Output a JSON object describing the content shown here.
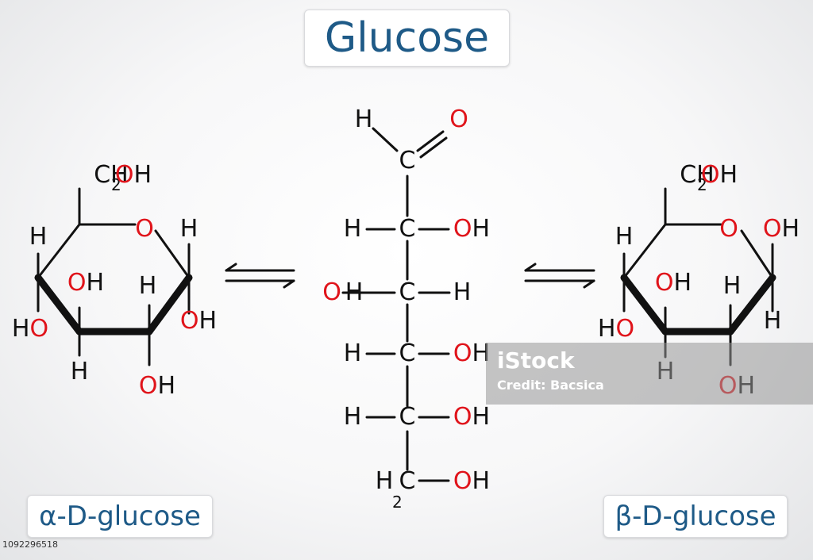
{
  "title": "Glucose",
  "alpha_label": "α-D-glucose",
  "beta_label": "β-D-glucose",
  "stock_id": "1092296518",
  "watermark": {
    "logo": "iStock",
    "credit": "Credit: Bacsica"
  },
  "atoms": {
    "H": "H",
    "O": "O",
    "C": "C",
    "OH": "OH",
    "HO": "HO",
    "CH": "CH",
    "sub2": "2"
  },
  "colors": {
    "label_text": "#1e5a87",
    "oxygen": "#e0141b",
    "bond": "#111111"
  }
}
